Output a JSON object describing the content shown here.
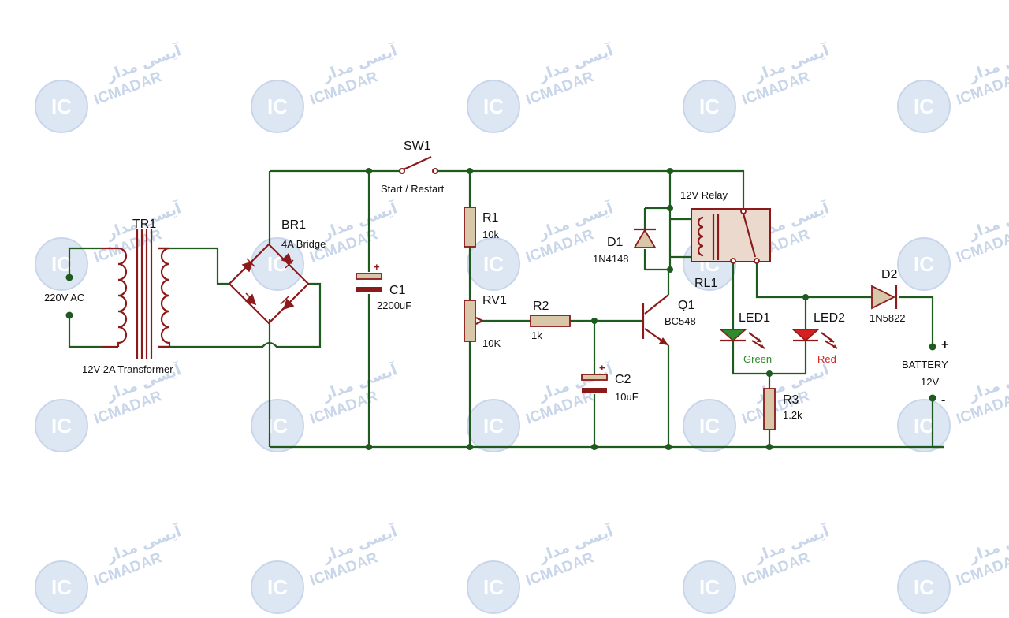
{
  "watermark": {
    "logo_text": "IC",
    "brand_en": "ICMADAR",
    "brand_fa": "آیسی مدار"
  },
  "colors": {
    "wire": "#1f5a1f",
    "component": "#8b1a1a",
    "resistor_fill": "#d8c7a8",
    "relay_fill": "#ead9cc",
    "led_green": "#2d8a2d",
    "led_red": "#d42020",
    "watermark": "#c9d6ea"
  },
  "components": {
    "tr1": {
      "ref": "TR1",
      "desc": "12V 2A Transformer"
    },
    "ac": {
      "label": "220V AC"
    },
    "br1": {
      "ref": "BR1",
      "value": "4A Bridge"
    },
    "c1": {
      "ref": "C1",
      "value": "2200uF",
      "plus": "+"
    },
    "sw1": {
      "ref": "SW1",
      "desc": "Start / Restart"
    },
    "r1": {
      "ref": "R1",
      "value": "10k"
    },
    "rv1": {
      "ref": "RV1",
      "value": "10K"
    },
    "r2": {
      "ref": "R2",
      "value": "1k"
    },
    "c2": {
      "ref": "C2",
      "value": "10uF",
      "plus": "+"
    },
    "q1": {
      "ref": "Q1",
      "value": "BC548"
    },
    "d1": {
      "ref": "D1",
      "value": "1N4148"
    },
    "rl1": {
      "ref": "RL1",
      "desc": "12V Relay"
    },
    "led1": {
      "ref": "LED1",
      "color": "Green"
    },
    "led2": {
      "ref": "LED2",
      "color": "Red"
    },
    "r3": {
      "ref": "R3",
      "value": "1.2k"
    },
    "d2": {
      "ref": "D2",
      "value": "1N5822"
    },
    "battery": {
      "label": "BATTERY",
      "value": "12V",
      "plus": "+",
      "minus": "-"
    }
  }
}
